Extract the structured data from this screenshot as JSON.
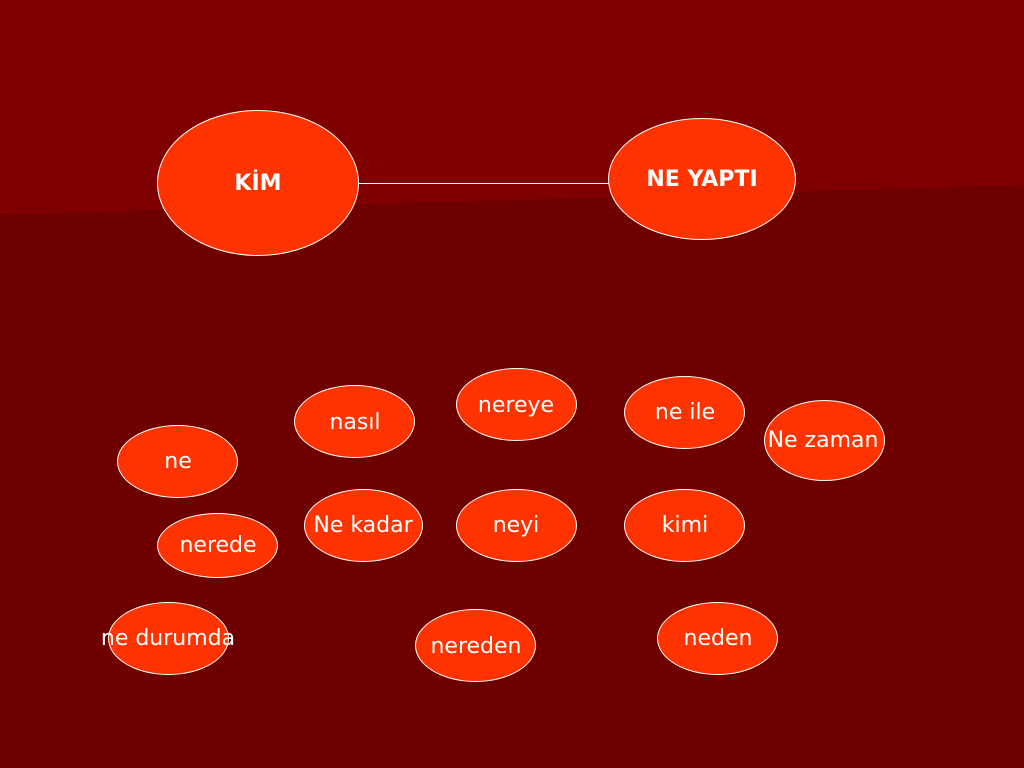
{
  "colors": {
    "background": "#6e0000",
    "background_accent": "#7e0000",
    "oval_fill": "#ff3300",
    "oval_outline": "#ffffff",
    "text": "#ffffff"
  },
  "diagram": {
    "subject": "KİM",
    "predicate": "NE YAPTI",
    "questions": [
      "nereye",
      "nasıl",
      "ne ile",
      "Ne zaman",
      "ne",
      "Ne kadar",
      "neyi",
      "kimi",
      "nerede",
      "ne durumda",
      "nereden",
      "neden"
    ]
  }
}
